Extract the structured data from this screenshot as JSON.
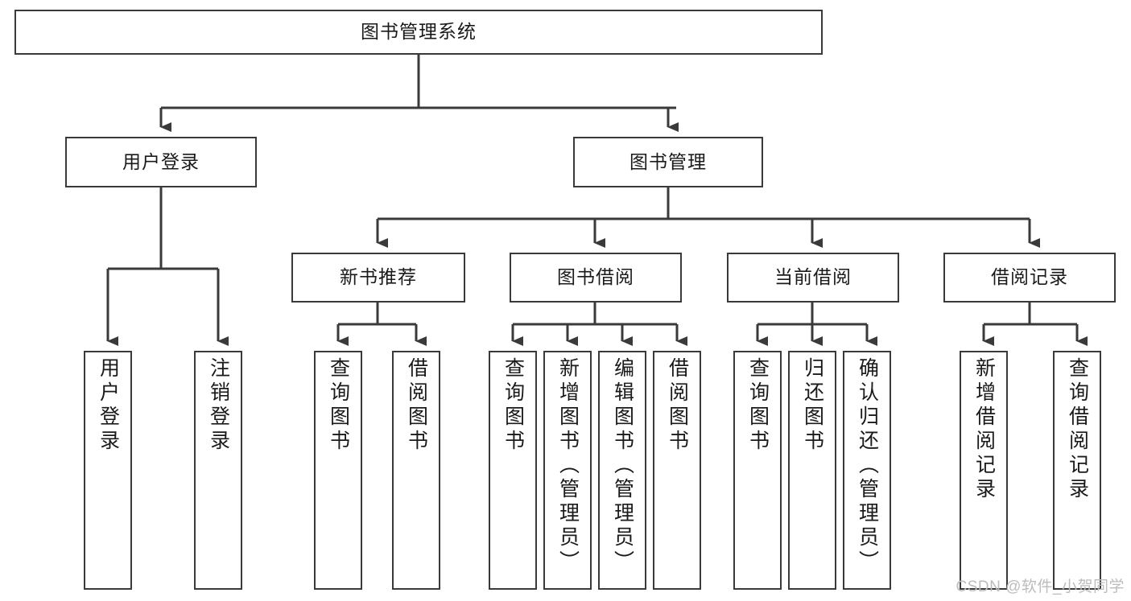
{
  "diagram": {
    "type": "tree-hierarchy",
    "title": "图书管理系统",
    "orientation": "top-down",
    "style": {
      "box_fill": "#ffffff",
      "box_stroke": "#3a3a3a",
      "edge_stroke": "#3a3a3a",
      "text_color": "#1a1a1a",
      "canvas_background": "#ffffff"
    },
    "root": {
      "id": "root",
      "label": "图书管理系统"
    },
    "level1": [
      {
        "id": "user-login",
        "label": "用户登录"
      },
      {
        "id": "book-manage",
        "label": "图书管理"
      }
    ],
    "level2": [
      {
        "id": "new-book-rec",
        "label": "新书推荐",
        "parent": "book-manage"
      },
      {
        "id": "book-borrow",
        "label": "图书借阅",
        "parent": "book-manage"
      },
      {
        "id": "current-borrow",
        "label": "当前借阅",
        "parent": "book-manage"
      },
      {
        "id": "borrow-record",
        "label": "借阅记录",
        "parent": "book-manage"
      }
    ],
    "leaves": [
      {
        "id": "leaf-user-login",
        "label": "用户登录",
        "parent": "user-login"
      },
      {
        "id": "leaf-logout-login",
        "label": "注销登录",
        "parent": "user-login"
      },
      {
        "id": "leaf-query-book-1",
        "label": "查询图书",
        "parent": "new-book-rec"
      },
      {
        "id": "leaf-borrow-book-1",
        "label": "借阅图书",
        "parent": "new-book-rec"
      },
      {
        "id": "leaf-query-book-2",
        "label": "查询图书",
        "parent": "book-borrow"
      },
      {
        "id": "leaf-add-book",
        "label": "新增图书（管理员）",
        "parent": "book-borrow"
      },
      {
        "id": "leaf-edit-book",
        "label": "编辑图书（管理员）",
        "parent": "book-borrow"
      },
      {
        "id": "leaf-borrow-book-2",
        "label": "借阅图书",
        "parent": "book-borrow"
      },
      {
        "id": "leaf-query-book-3",
        "label": "查询图书",
        "parent": "current-borrow"
      },
      {
        "id": "leaf-return-book",
        "label": "归还图书",
        "parent": "current-borrow"
      },
      {
        "id": "leaf-confirm-return",
        "label": "确认归还（管理员）",
        "parent": "current-borrow"
      },
      {
        "id": "leaf-add-record",
        "label": "新增借阅记录",
        "parent": "borrow-record"
      },
      {
        "id": "leaf-query-record",
        "label": "查询借阅记录",
        "parent": "borrow-record"
      }
    ],
    "watermark": "CSDN @软件_小贺同学"
  }
}
